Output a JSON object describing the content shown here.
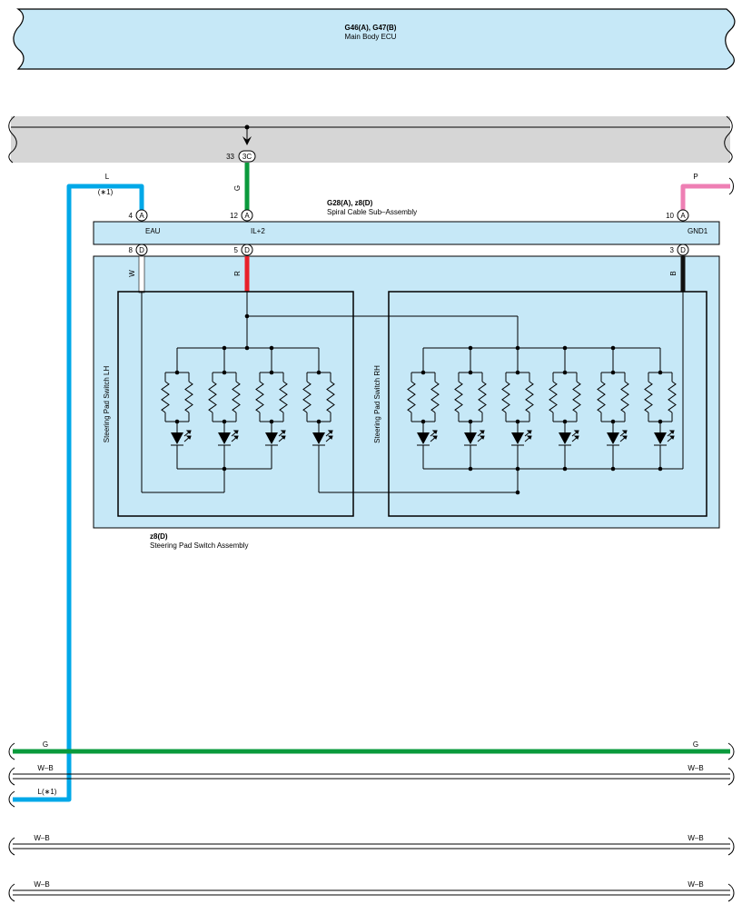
{
  "ecu": {
    "code": "G46(A), G47(B)",
    "name": "Main Body ECU"
  },
  "junction": {
    "pin": "33",
    "connector": "3C",
    "wire_color": "G"
  },
  "spiral_cable": {
    "code": "G28(A), z8(D)",
    "name": "Spiral Cable Sub–Assembly",
    "top_pins": [
      {
        "pin": "4",
        "conn": "A",
        "terminal": "EAU",
        "wire": "L",
        "note": "(∗1)"
      },
      {
        "pin": "12",
        "conn": "A",
        "terminal": "IL+2",
        "wire": "G"
      },
      {
        "pin": "10",
        "conn": "A",
        "terminal": "GND1",
        "wire": "P"
      }
    ],
    "bottom_pins": [
      {
        "pin": "8",
        "conn": "D",
        "wire": "W"
      },
      {
        "pin": "5",
        "conn": "D",
        "wire": "R"
      },
      {
        "pin": "3",
        "conn": "D",
        "wire": "B"
      }
    ]
  },
  "switch_lh": {
    "label": "Steering Pad Switch LH"
  },
  "switch_rh": {
    "label": "Steering Pad Switch RH"
  },
  "assembly": {
    "code": "z8(D)",
    "name": "Steering Pad Switch Assembly"
  },
  "buses": [
    {
      "left_label": "G",
      "right_label": "G",
      "color": "#0a9a3c"
    },
    {
      "left_label": "W–B",
      "right_label": "W–B"
    },
    {
      "left_label": "L(∗1)"
    },
    {
      "left_label": "W–B",
      "right_label": "W–B"
    },
    {
      "left_label": "W–B",
      "right_label": "W–B"
    }
  ],
  "colors": {
    "blue_wire": "#00a8e8",
    "green_wire": "#0a9a3c",
    "red_wire": "#e8202a",
    "pink_wire": "#ee7fb4",
    "black_wire": "#111111",
    "component_fill": "#c6e8f7",
    "connector_bar": "#d6d6d6"
  }
}
